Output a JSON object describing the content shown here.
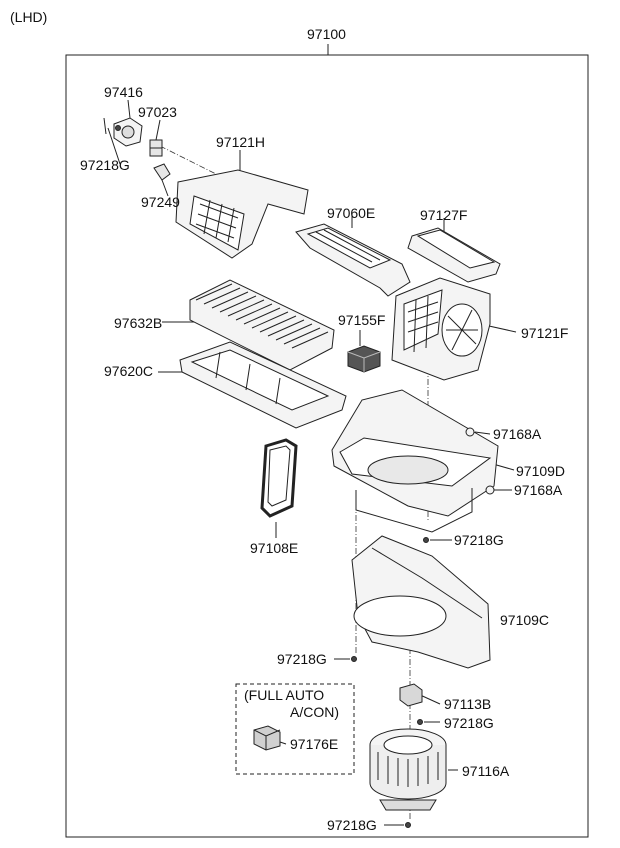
{
  "variant": "(LHD)",
  "assembly": "97100",
  "inset": {
    "line1": "(FULL AUTO",
    "line2": "A/CON)"
  },
  "parts": {
    "p97416": "97416",
    "p97023": "97023",
    "p97218G_a": "97218G",
    "p97121H": "97121H",
    "p97249": "97249",
    "p97060E": "97060E",
    "p97127F": "97127F",
    "p97632B": "97632B",
    "p97155F": "97155F",
    "p97121F": "97121F",
    "p97620C": "97620C",
    "p97168A_a": "97168A",
    "p97109D": "97109D",
    "p97168A_b": "97168A",
    "p97218G_b": "97218G",
    "p97108E": "97108E",
    "p97109C": "97109C",
    "p97218G_c": "97218G",
    "p97113B": "97113B",
    "p97218G_d": "97218G",
    "p97176E": "97176E",
    "p97116A": "97116A",
    "p97218G_e": "97218G"
  }
}
